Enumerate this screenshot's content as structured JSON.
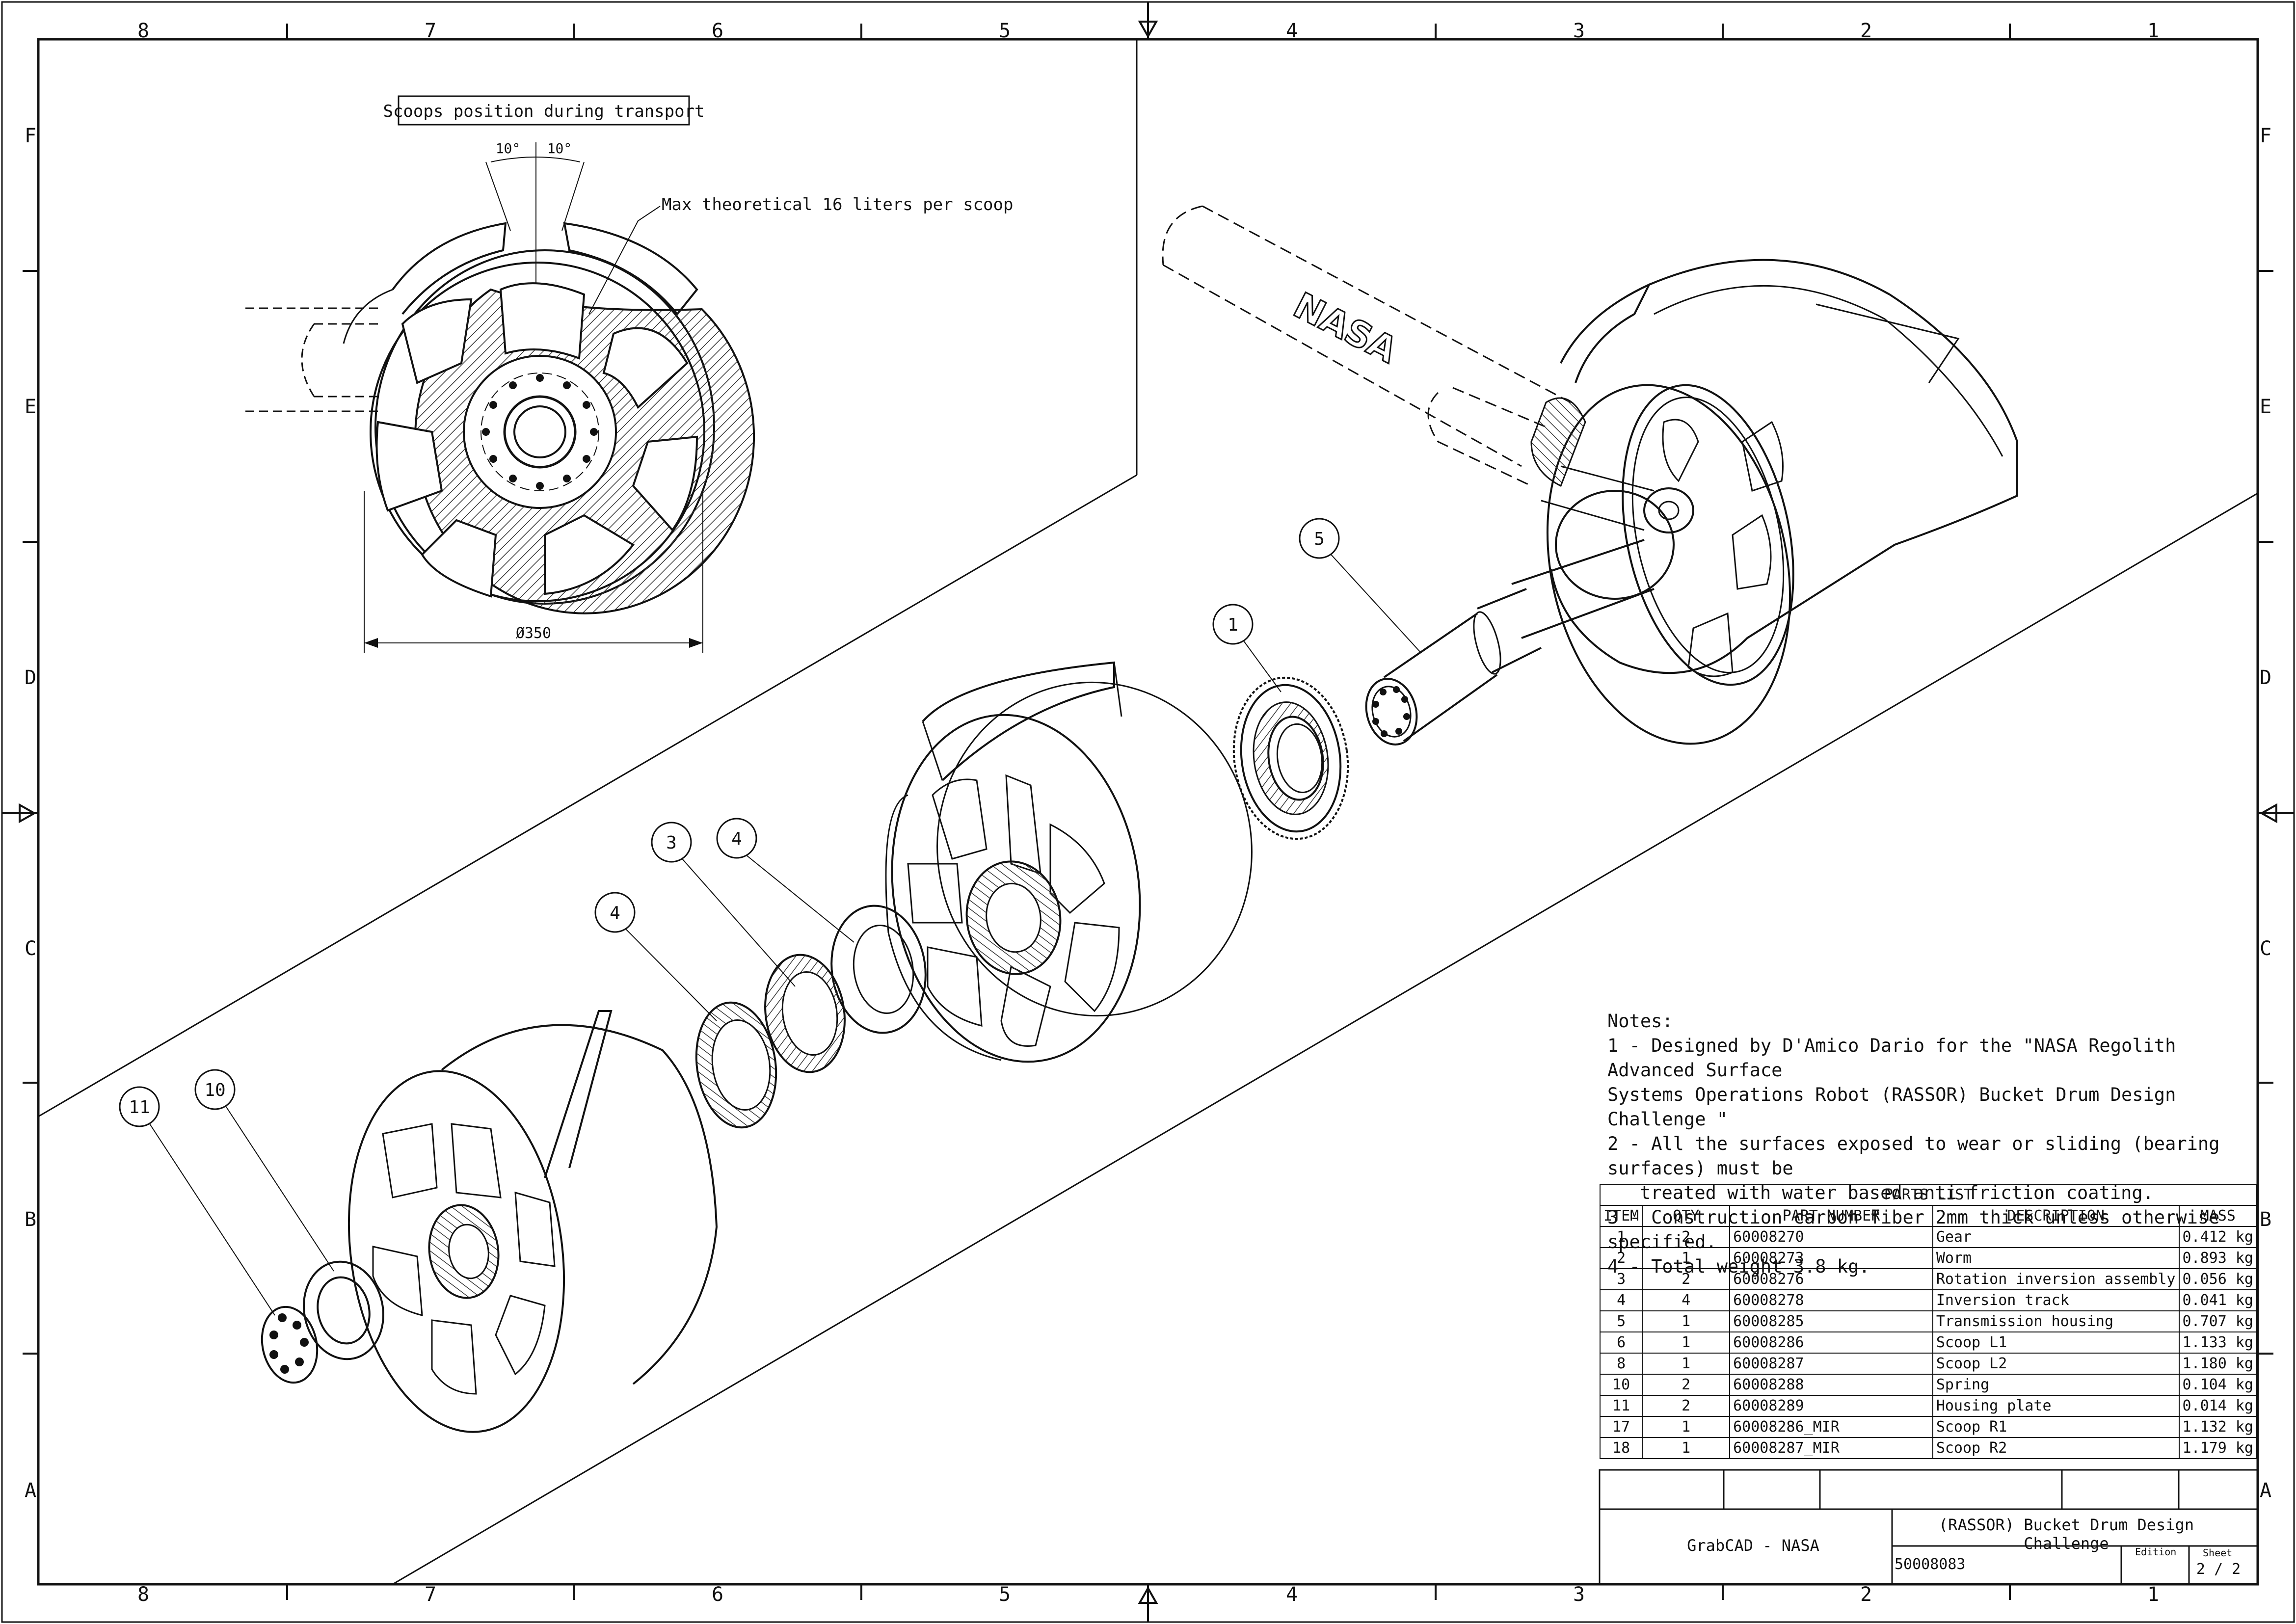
{
  "zones": {
    "columns": [
      "8",
      "7",
      "6",
      "5",
      "4",
      "3",
      "2",
      "1"
    ],
    "rows": [
      "F",
      "E",
      "D",
      "C",
      "B",
      "A"
    ]
  },
  "detail_view": {
    "title": "Scoops position during transport",
    "angle_left": "10°",
    "angle_right": "10°",
    "capacity_note": "Max theoretical 16 liters per scoop",
    "diameter": "Ø350"
  },
  "logo_text": "NASA",
  "balloons": [
    "5",
    "1",
    "3",
    "4",
    "4",
    "10",
    "11"
  ],
  "notes": {
    "heading": "Notes:",
    "lines": [
      "1 - Designed by D'Amico Dario for the \"NASA Regolith Advanced Surface",
      "Systems Operations Robot (RASSOR) Bucket Drum Design Challenge \"",
      "2 - All the surfaces exposed to wear or sliding (bearing surfaces) must be",
      "treated with water based anti friction coating.",
      "3 - Construction carbon fiber 2mm thick unless otherwise specified.",
      "4 - Total weight 3.8 kg."
    ]
  },
  "parts_list": {
    "caption": "PARTS LIST",
    "headers": [
      "ITEM",
      "QTY",
      "PART NUMBER",
      "DESCRIPTION",
      "MASS"
    ],
    "rows": [
      [
        "1",
        "2",
        "60008270",
        "Gear",
        "0.412 kg"
      ],
      [
        "2",
        "1",
        "60008273",
        "Worm",
        "0.893 kg"
      ],
      [
        "3",
        "2",
        "60008276",
        "Rotation inversion assembly",
        "0.056 kg"
      ],
      [
        "4",
        "4",
        "60008278",
        "Inversion track",
        "0.041 kg"
      ],
      [
        "5",
        "1",
        "60008285",
        "Transmission housing",
        "0.707 kg"
      ],
      [
        "6",
        "1",
        "60008286",
        "Scoop L1",
        "1.133 kg"
      ],
      [
        "8",
        "1",
        "60008287",
        "Scoop L2",
        "1.180 kg"
      ],
      [
        "10",
        "2",
        "60008288",
        "Spring",
        "0.104 kg"
      ],
      [
        "11",
        "2",
        "60008289",
        "Housing plate",
        "0.014 kg"
      ],
      [
        "17",
        "1",
        "60008286_MIR",
        "Scoop R1",
        "1.132 kg"
      ],
      [
        "18",
        "1",
        "60008287_MIR",
        "Scoop R2",
        "1.179 kg"
      ]
    ]
  },
  "title_block": {
    "organization": "GrabCAD - NASA",
    "title": "(RASSOR) Bucket Drum Design Challenge",
    "drawing_number": "50008083",
    "edition_label": "Edition",
    "sheet_label": "Sheet",
    "sheet_value": "2 / 2"
  }
}
